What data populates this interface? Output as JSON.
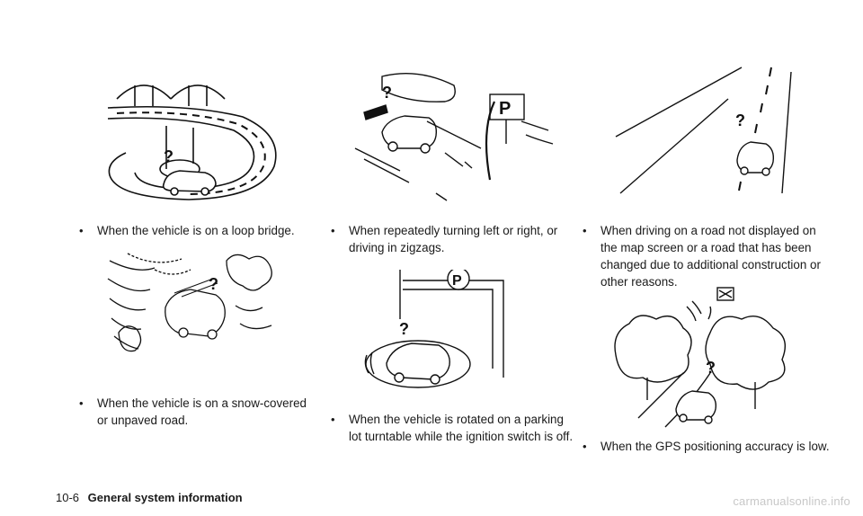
{
  "footer": {
    "page_number": "10-6",
    "section_title": "General system information"
  },
  "watermark": "carmanualsonline.info",
  "bullet_symbol": "•",
  "captions": [
    {
      "text": "When the vehicle is on a loop bridge."
    },
    {
      "text": "When the vehicle is on a snow-covered or unpaved road."
    },
    {
      "text": "When repeatedly turning left or right, or driving in zigzags."
    },
    {
      "text": "When the vehicle is rotated on a parking lot turntable while the ignition switch is off."
    },
    {
      "text": "When driving on a road not displayed on the map screen or a road that has been changed due to additional construction or other reasons."
    },
    {
      "text": "When the GPS positioning accuracy is low."
    }
  ],
  "illustrations": [
    {
      "name": "loop-bridge",
      "sign_text": "?"
    },
    {
      "name": "snow-road",
      "sign_text": "?"
    },
    {
      "name": "zigzag",
      "sign_text": "?",
      "parking_sign": "P"
    },
    {
      "name": "turntable",
      "sign_text": "?",
      "parking_sign": "P"
    },
    {
      "name": "new-road",
      "sign_text": "?"
    },
    {
      "name": "low-gps",
      "sign_text": "?"
    }
  ]
}
